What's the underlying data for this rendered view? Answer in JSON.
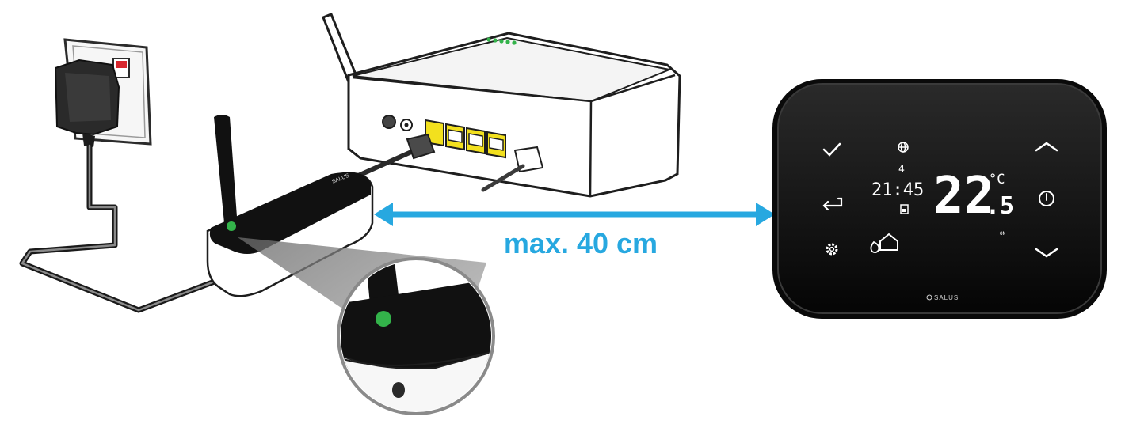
{
  "distance_label": "max. 40 cm",
  "colors": {
    "arrow": "#27a8e0",
    "led": "#33b34a",
    "ethernet_port": "#f2e01e",
    "thermostat_body": "#111111"
  },
  "thermostat": {
    "brand": "SALUS",
    "day": "4",
    "time": "21:45",
    "temperature_main": "22",
    "temperature_decimal": ".5",
    "unit": "°C",
    "status": "ON",
    "icons": [
      "check-icon",
      "back-arrow-icon",
      "gear-icon",
      "globe-icon",
      "flame-icon",
      "home-icon",
      "chevron-up-icon",
      "power-icon",
      "chevron-down-icon"
    ]
  },
  "gateway": {
    "brand": "SALUS"
  }
}
